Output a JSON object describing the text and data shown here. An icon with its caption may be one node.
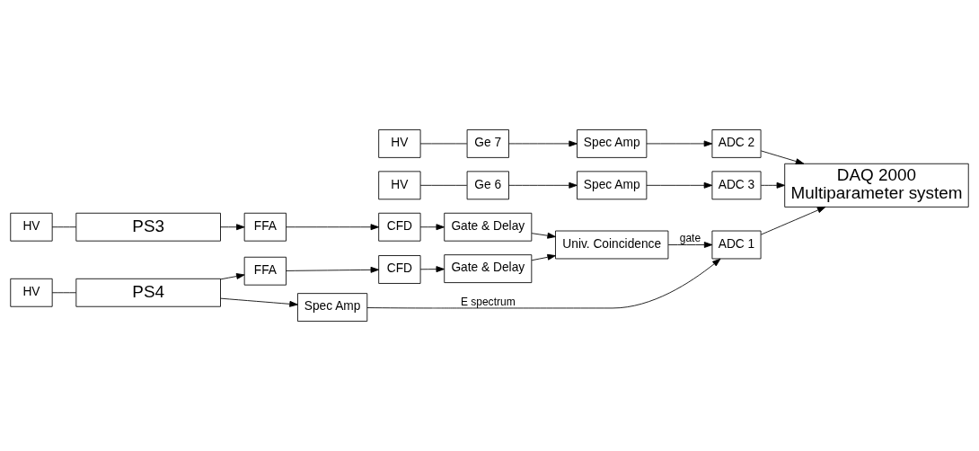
{
  "diagram": {
    "nodes": [
      {
        "text": [
          "HV"
        ]
      },
      {
        "text": [
          "PS3"
        ]
      },
      {
        "text": [
          "HV"
        ]
      },
      {
        "text": [
          "PS4"
        ]
      },
      {
        "text": [
          "FFA"
        ]
      },
      {
        "text": [
          "CFD"
        ]
      },
      {
        "text": [
          "Gate & Delay"
        ]
      },
      {
        "text": [
          "FFA"
        ]
      },
      {
        "text": [
          "CFD"
        ]
      },
      {
        "text": [
          "Gate & Delay"
        ]
      },
      {
        "text": [
          "Univ. Coincidence"
        ]
      },
      {
        "text": [
          "Spec Amp"
        ]
      },
      {
        "text": [
          "ADC 1"
        ]
      },
      {
        "text": [
          "HV"
        ]
      },
      {
        "text": [
          "Ge 7"
        ]
      },
      {
        "text": [
          "Spec Amp"
        ]
      },
      {
        "text": [
          "ADC 2"
        ]
      },
      {
        "text": [
          "DAQ 2000",
          "Multiparameter system"
        ]
      },
      {
        "text": [
          "HV"
        ]
      },
      {
        "text": [
          "Ge 6"
        ]
      },
      {
        "text": [
          "Spec Amp"
        ]
      },
      {
        "text": [
          "ADC 3"
        ]
      }
    ],
    "edges": [
      {
        "from": 0,
        "to": 1,
        "arrow": "none"
      },
      {
        "from": 2,
        "to": 3,
        "arrow": "none"
      },
      {
        "from": 1,
        "to": 4,
        "arrow": "to"
      },
      {
        "from": 4,
        "to": 5,
        "arrow": "to"
      },
      {
        "from": 5,
        "to": 6,
        "arrow": "to"
      },
      {
        "from": 6,
        "to": 10,
        "arrow": "to"
      },
      {
        "from": 3,
        "to": 7,
        "arrow": "to"
      },
      {
        "from": 7,
        "to": 8,
        "arrow": "to"
      },
      {
        "from": 8,
        "to": 9,
        "arrow": "to"
      },
      {
        "from": 9,
        "to": 10,
        "arrow": "to"
      },
      {
        "from": 3,
        "to": 11,
        "arrow": "to"
      },
      {
        "from": 11,
        "to": 12,
        "arrow": "to",
        "label": "E spectrum"
      },
      {
        "from": 10,
        "to": 12,
        "arrow": "to",
        "label": "gate"
      },
      {
        "from": 12,
        "to": 17,
        "arrow": "to"
      },
      {
        "from": 13,
        "to": 14,
        "arrow": "none"
      },
      {
        "from": 14,
        "to": 15,
        "arrow": "to"
      },
      {
        "from": 15,
        "to": 16,
        "arrow": "to"
      },
      {
        "from": 16,
        "to": 17,
        "arrow": "to"
      },
      {
        "from": 18,
        "to": 19,
        "arrow": "none"
      },
      {
        "from": 19,
        "to": 20,
        "arrow": "to"
      },
      {
        "from": 20,
        "to": 21,
        "arrow": "to"
      },
      {
        "from": 21,
        "to": 17,
        "arrow": "to"
      }
    ]
  }
}
